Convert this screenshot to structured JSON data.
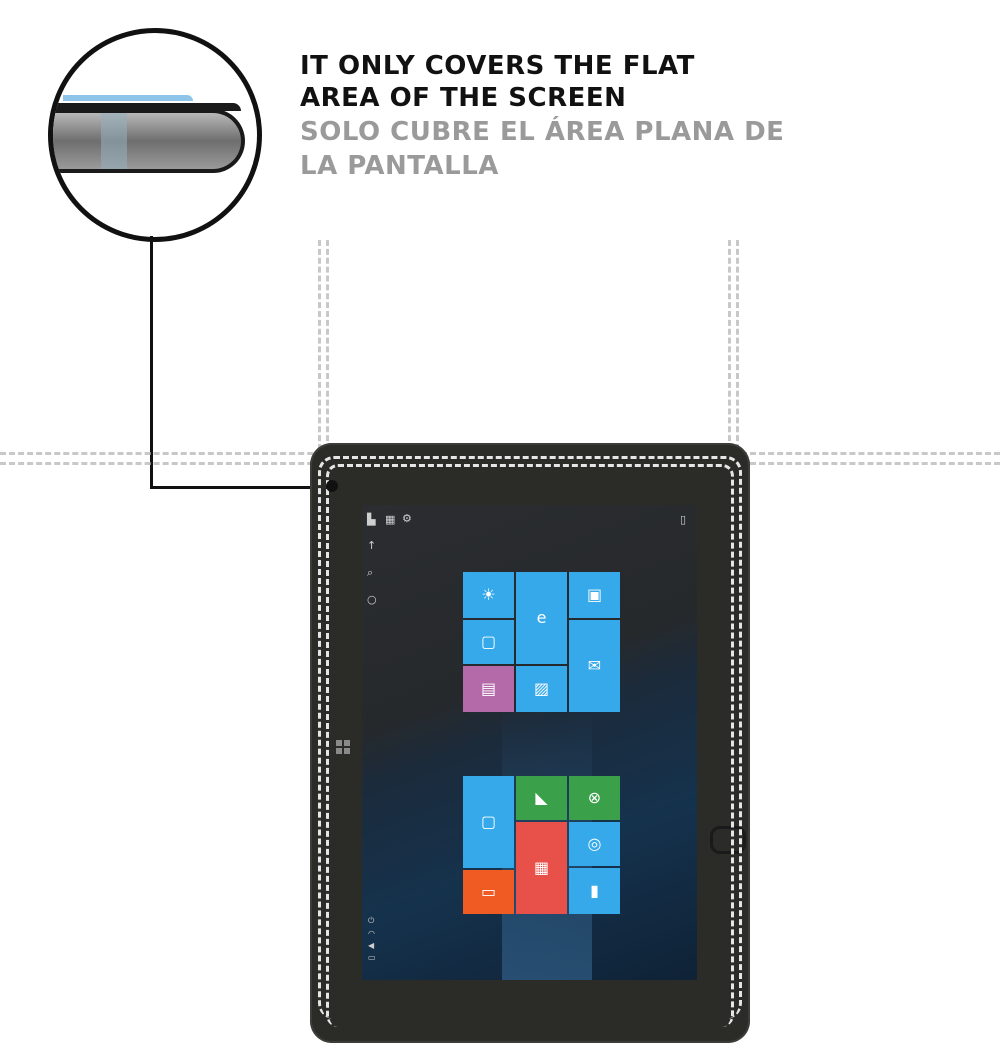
{
  "caption": {
    "en_line1": "IT ONLY COVERS THE FLAT",
    "en_line2": "AREA OF THE SCREEN",
    "es_line1": "SOLO CUBRE EL ÁREA PLANA DE",
    "es_line2": "LA PANTALLA"
  },
  "colors": {
    "tile_blue": "#35a9ea",
    "tile_purple": "#b46aa8",
    "tile_green": "#3aa04a",
    "tile_red": "#e8514a",
    "tile_orange": "#f05a23",
    "film_blue": "#8fc4ea",
    "guide_dash": "#c8c8c8"
  },
  "screen": {
    "rail_icons": [
      "back-arrow-icon",
      "search-icon",
      "cortana-icon"
    ],
    "top_icons": [
      "document-icon",
      "grid-icon",
      "settings-icon"
    ],
    "tile_groups": [
      {
        "name": "life-at-a-glance",
        "tiles": [
          {
            "id": "weather",
            "icon": "sun-icon",
            "color": "#35a9ea"
          },
          {
            "id": "edge",
            "icon": "edge-icon",
            "color": "#35a9ea"
          },
          {
            "id": "calendar",
            "icon": "calendar-icon",
            "color": "#35a9ea"
          },
          {
            "id": "phone",
            "icon": "phone-icon",
            "color": "#35a9ea"
          },
          {
            "id": "mail",
            "icon": "mail-icon",
            "color": "#35a9ea"
          },
          {
            "id": "onenote",
            "icon": "note-icon",
            "color": "#b46aa8"
          },
          {
            "id": "photos",
            "icon": "photo-icon",
            "color": "#35a9ea"
          }
        ]
      },
      {
        "name": "play-and-explore",
        "tiles": [
          {
            "id": "store",
            "icon": "bag-icon",
            "color": "#35a9ea"
          },
          {
            "id": "maps",
            "icon": "map-icon",
            "color": "#3aa04a"
          },
          {
            "id": "xbox",
            "icon": "xbox-icon",
            "color": "#3aa04a"
          },
          {
            "id": "news",
            "icon": "news-icon",
            "color": "#e8514a"
          },
          {
            "id": "groove",
            "icon": "music-icon",
            "color": "#35a9ea"
          },
          {
            "id": "movies",
            "icon": "film-icon",
            "color": "#35a9ea"
          },
          {
            "id": "office",
            "icon": "office-icon",
            "color": "#f05a23"
          }
        ]
      }
    ]
  }
}
